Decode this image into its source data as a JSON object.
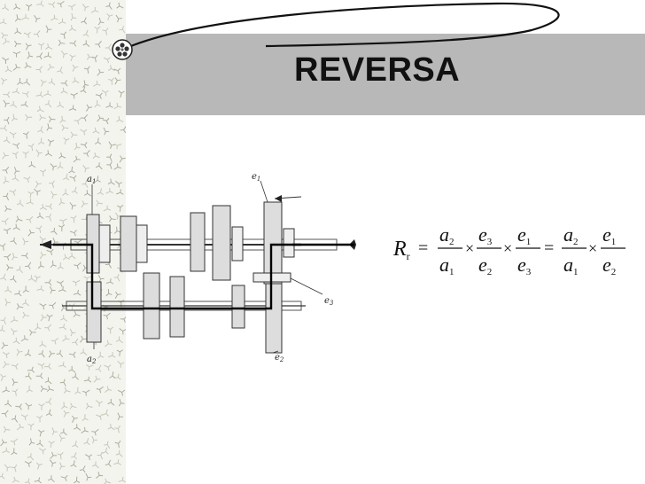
{
  "slide": {
    "title": "REVERSA"
  },
  "diagram": {
    "labels": {
      "a1": "a",
      "a1_sub": "1",
      "a2": "a",
      "a2_sub": "2",
      "e1": "e",
      "e1_sub": "1",
      "e2": "e",
      "e2_sub": "2",
      "e3": "e",
      "e3_sub": "3"
    }
  },
  "formula": {
    "lhs": "R",
    "lhs_sub": "r",
    "eq": "=",
    "f1_num": "a",
    "f1_num_sub": "2",
    "f1_den": "a",
    "f1_den_sub": "1",
    "f2_num": "e",
    "f2_num_sub": "3",
    "f2_den": "e",
    "f2_den_sub": "2",
    "f3_num": "e",
    "f3_num_sub": "1",
    "f3_den": "e",
    "f3_den_sub": "3",
    "f4_num": "a",
    "f4_num_sub": "2",
    "f4_den": "a",
    "f4_den_sub": "1",
    "f5_num": "e",
    "f5_num_sub": "1",
    "f5_den": "e",
    "f5_den_sub": "2",
    "times": "×"
  },
  "colors": {
    "banner": "#b8b8b8",
    "title": "#111111",
    "texture": "#f4f4ee"
  }
}
